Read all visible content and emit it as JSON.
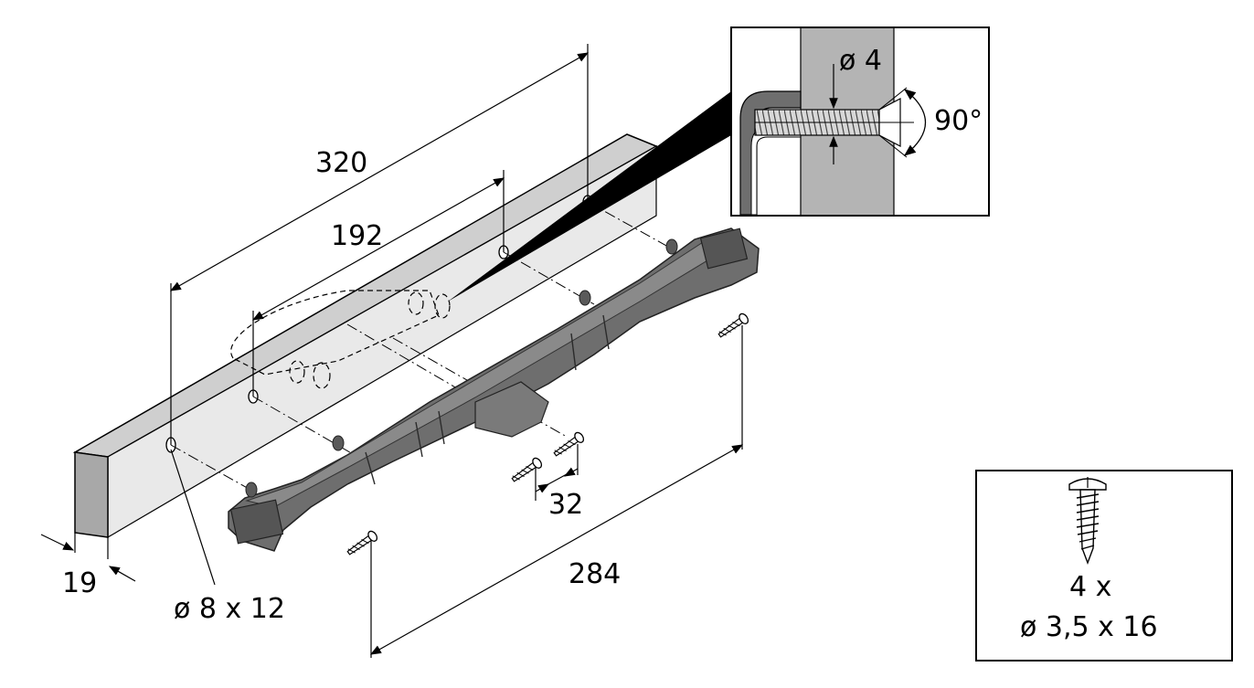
{
  "dimensions": {
    "length_320": "320",
    "length_192": "192",
    "thickness": "19",
    "hole_spec": "ø 8 x 12",
    "length_284": "284",
    "spacing_32": "32"
  },
  "detail": {
    "pilot_diameter": "ø 4",
    "countersink_angle": "90°"
  },
  "screw_box": {
    "quantity": "4 x",
    "size": "ø 3,5 x 16"
  },
  "colors": {
    "board_front": "#a8a8a8",
    "board_top": "#c9c9c9",
    "board_side": "#e6e6e6",
    "rail": "#6e6e6e",
    "rail_dark": "#4a4a4a",
    "detail_panel": "#b4b4b4",
    "line": "#000000"
  }
}
